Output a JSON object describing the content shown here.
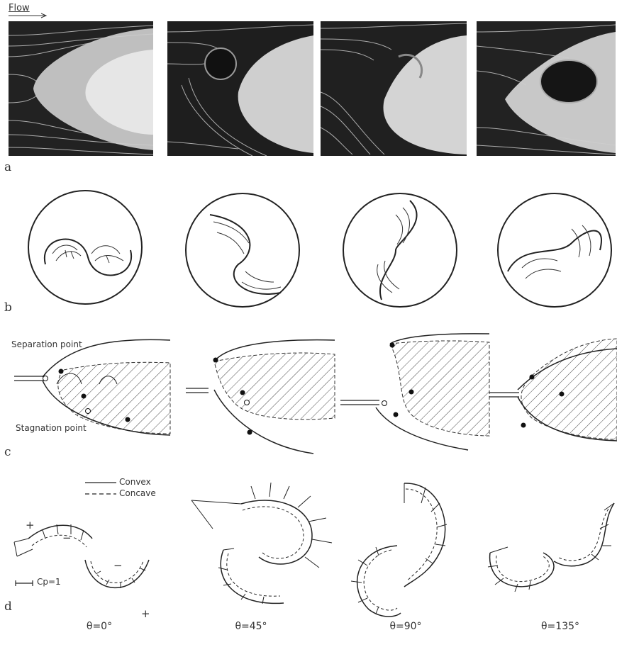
{
  "flow_label": "Flow",
  "rows": {
    "a": "a",
    "b": "b",
    "c": "c",
    "d": "d"
  },
  "annotations": {
    "separation": "Separation point",
    "stagnation": "Stagnation point"
  },
  "legend": {
    "convex": "Convex",
    "concave": "Concave",
    "scale": "Cp=1"
  },
  "signs": [
    "+",
    "−",
    "−",
    "+"
  ],
  "angles": [
    "θ=0°",
    "θ=45°",
    "θ=90°",
    "θ=135°"
  ]
}
